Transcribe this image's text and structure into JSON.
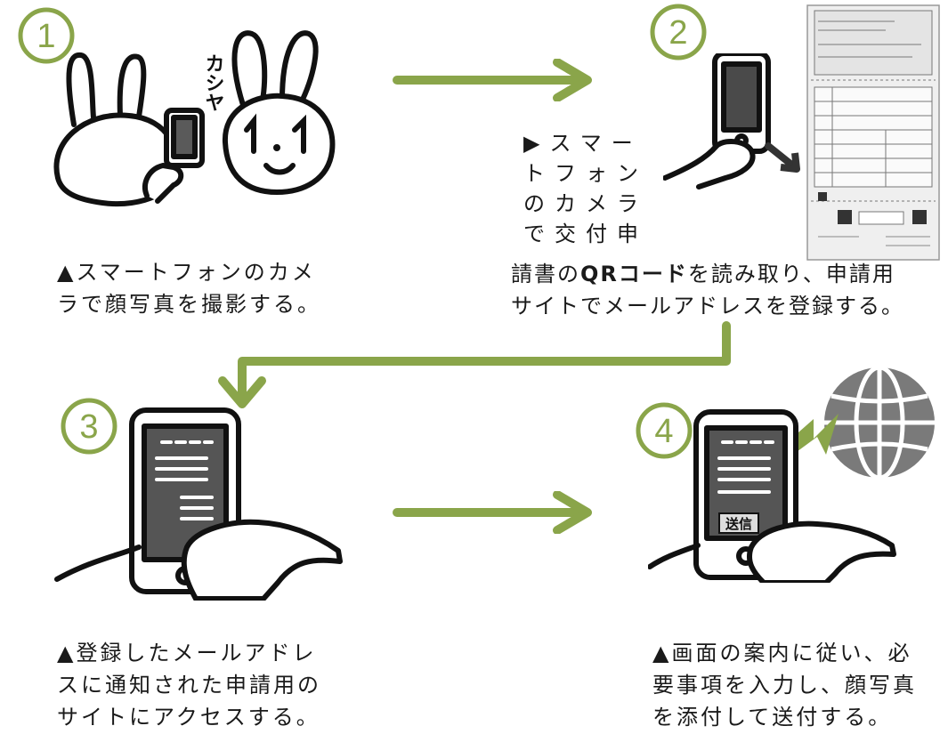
{
  "accent_color": "#8aa54a",
  "steps": [
    {
      "number": "1",
      "caption_lines": [
        "▲スマートフォンのカメ",
        "ラで顔写真を撮影する。"
      ],
      "illustration_text": "カシヤ"
    },
    {
      "number": "2",
      "caption_vertical_lines": [
        "▶スマー",
        "トフォン",
        "のカメラ",
        "で交付申"
      ],
      "caption_line_1_pre": "請書の",
      "caption_line_1_bold": "QRコード",
      "caption_line_1_post": "を読み取り、申請用",
      "caption_line_2": "サイトでメールアドレスを登録する。"
    },
    {
      "number": "3",
      "caption_lines": [
        "▲登録したメールアドレ",
        "スに通知された申請用の",
        "サイトにアクセスする。"
      ]
    },
    {
      "number": "4",
      "caption_lines": [
        "▲画面の案内に従い、必",
        "要事項を入力し、顔写真",
        "を添付して送付する。"
      ],
      "screen_button": "送信"
    }
  ]
}
